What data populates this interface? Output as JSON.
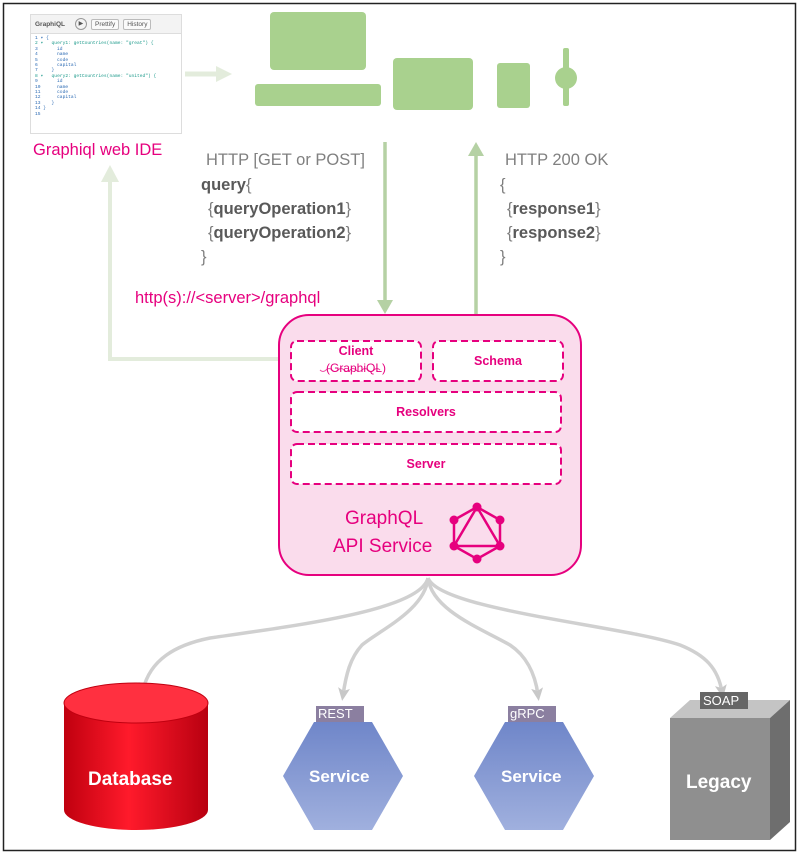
{
  "ide": {
    "title": "GraphiQL",
    "buttons": [
      "Prettify",
      "History"
    ],
    "code_lines": [
      "1 ▾ {",
      "2 ▾   query1: getCountries(name: \"great\") {",
      "3       id",
      "4       name",
      "5       code",
      "6       capital",
      "7     }",
      "8 ▾   query2: getCountries(name: \"united\") {",
      "9       id",
      "10      name",
      "11      code",
      "12      capital",
      "13    }",
      "14 }",
      "15"
    ],
    "caption": "Graphiql web IDE"
  },
  "request": {
    "method": "HTTP [GET or POST]",
    "query_keyword": "query",
    "open_brace": "{",
    "op1": "queryOperation1",
    "op2": "queryOperation2",
    "close_brace": "}",
    "endpoint": "http(s)://<server>/graphql"
  },
  "response": {
    "status": "HTTP 200 OK",
    "open_brace": "{",
    "r1": "response1",
    "r2": "response2",
    "close_brace": "}"
  },
  "service": {
    "client_label": "Client",
    "client_sub": "(GraphiQL)",
    "schema_label": "Schema",
    "resolvers_label": "Resolvers",
    "server_label": "Server",
    "name_line1": "GraphQL",
    "name_line2": "API Service"
  },
  "backends": {
    "database": "Database",
    "rest_tag": "REST",
    "rest_service": "Service",
    "grpc_tag": "gRPC",
    "grpc_service": "Service",
    "soap_tag": "SOAP",
    "legacy": "Legacy"
  },
  "colors": {
    "accent": "#e6007e",
    "service_fill": "#fadcec",
    "device_green": "#a9d18e",
    "arrow_green": "#c5dbb8",
    "database_red": "#e2001a",
    "hexagon_blue": "#8497d0",
    "legacy_gray": "#8c8c8c"
  }
}
